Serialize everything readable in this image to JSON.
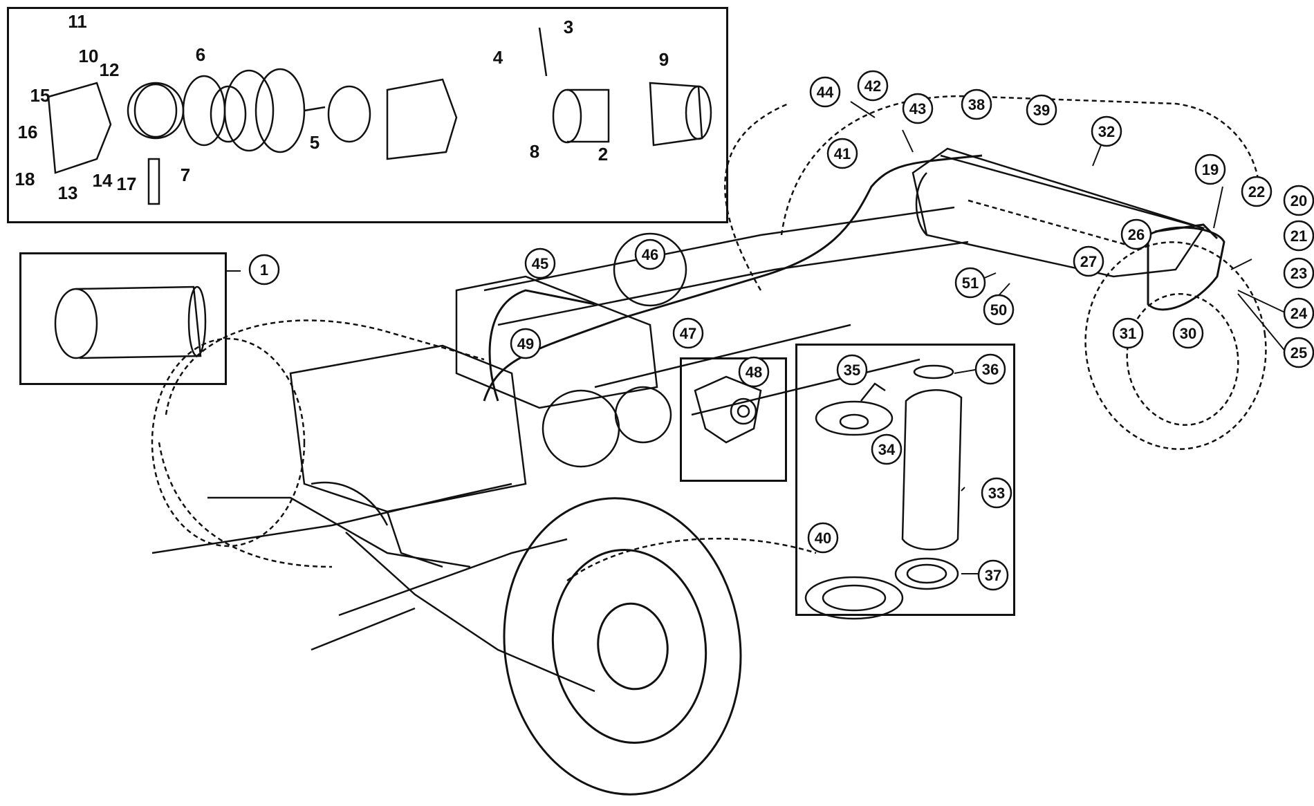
{
  "diagram": {
    "callouts_plain": [
      "11",
      "10",
      "12",
      "15",
      "16",
      "18",
      "13",
      "14",
      "17",
      "7",
      "6",
      "5",
      "3",
      "4",
      "8",
      "2",
      "9"
    ],
    "callouts_circled": [
      "1",
      "44",
      "42",
      "43",
      "41",
      "38",
      "39",
      "32",
      "19",
      "22",
      "20",
      "21",
      "23",
      "24",
      "25",
      "26",
      "27",
      "31",
      "30",
      "51",
      "50",
      "45",
      "46",
      "47",
      "49",
      "48",
      "35",
      "36",
      "34",
      "33",
      "40",
      "37"
    ]
  }
}
